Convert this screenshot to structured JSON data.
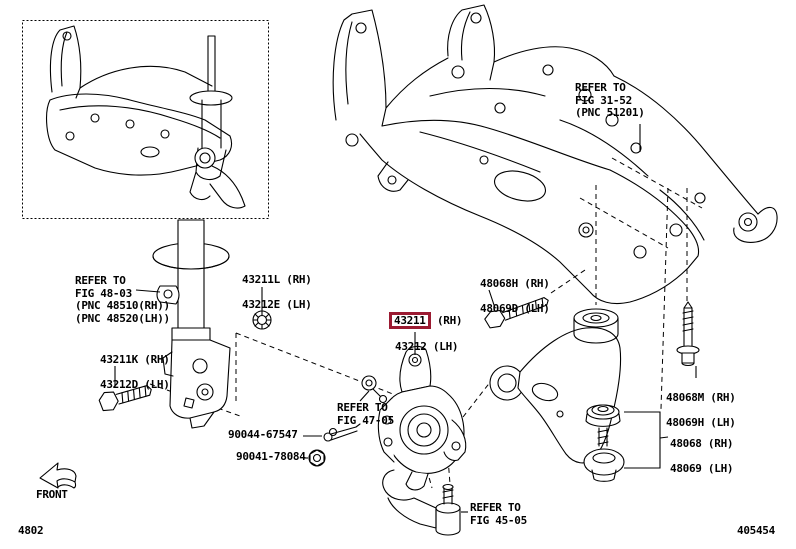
{
  "page": {
    "background": "#ffffff",
    "line_color": "#000000",
    "highlight_color": "#9b1b32",
    "description": "Front axle arm / steering knuckle exploded parts diagram"
  },
  "drawing_codes": {
    "bottom_left": "4802",
    "bottom_right": "405454"
  },
  "front_indicator": {
    "label": "FRONT"
  },
  "reference_notes": {
    "crossmember": "REFER TO\nFIG 31-52\n(PNC 51201)",
    "strut": "REFER TO\nFIG 48-03\n(PNC 48510(RH))\n(PNC 48520(LH))",
    "stabilizer_link": "REFER TO\nFIG 47-05",
    "tie_rod_end": "REFER TO\nFIG 45-05"
  },
  "part_callouts": {
    "knuckle": {
      "number_rh": "43211",
      "suffix_rh": " (RH)",
      "line_lh": "43212 (LH)",
      "highlighted": true
    },
    "p43211L": {
      "line_rh": "43211L (RH)",
      "line_lh": "43212E (LH)"
    },
    "p43211K": {
      "line_rh": "43211K (RH)",
      "line_lh": "43212D (LH)"
    },
    "p48068H": {
      "line_rh": "48068H (RH)",
      "line_lh": "48069D (LH)"
    },
    "p48068M": {
      "line_rh": "48068M (RH)",
      "line_lh": "48069H (LH)"
    },
    "p48068": {
      "line_rh": "48068 (RH)",
      "line_lh": "48069 (LH)"
    },
    "p90044": {
      "number": "90044-67547"
    },
    "p90041": {
      "number": "90041-78084"
    }
  }
}
